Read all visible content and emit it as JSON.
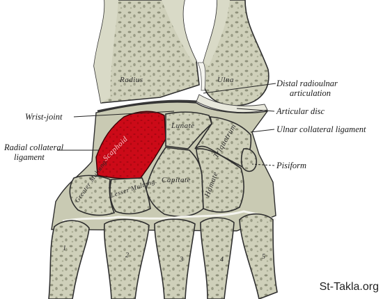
{
  "labels": {
    "radius": "Radius",
    "ulna": "Ulna",
    "lunate": "Lunate",
    "triquetrum": "Triquetrum",
    "scaphoid": "Scaphoid",
    "capitate": "Capitate",
    "hamate": "Hamate",
    "greater_multangular": "Greater Multang.",
    "lesser_multangular": "Lesser Multang.",
    "distal_radioulnar": [
      "Distal radioulnar",
      "articulation"
    ],
    "articular_disc": "Articular disc",
    "ulnar_collateral": "Ulnar collateral ligament",
    "wrist_joint": "Wrist-joint",
    "radial_collateral": [
      "Radial collateral",
      "ligament"
    ],
    "pisiform": "Pisiform"
  },
  "metacarpal_numbers": [
    "1",
    "2",
    "3",
    "4",
    "5"
  ],
  "watermark": "St-Takla.org",
  "colors": {
    "highlight": "#cc0a18",
    "cortex": "#d9dac7",
    "spongy": "#b9bba3",
    "outline": "#2e2e2e"
  }
}
